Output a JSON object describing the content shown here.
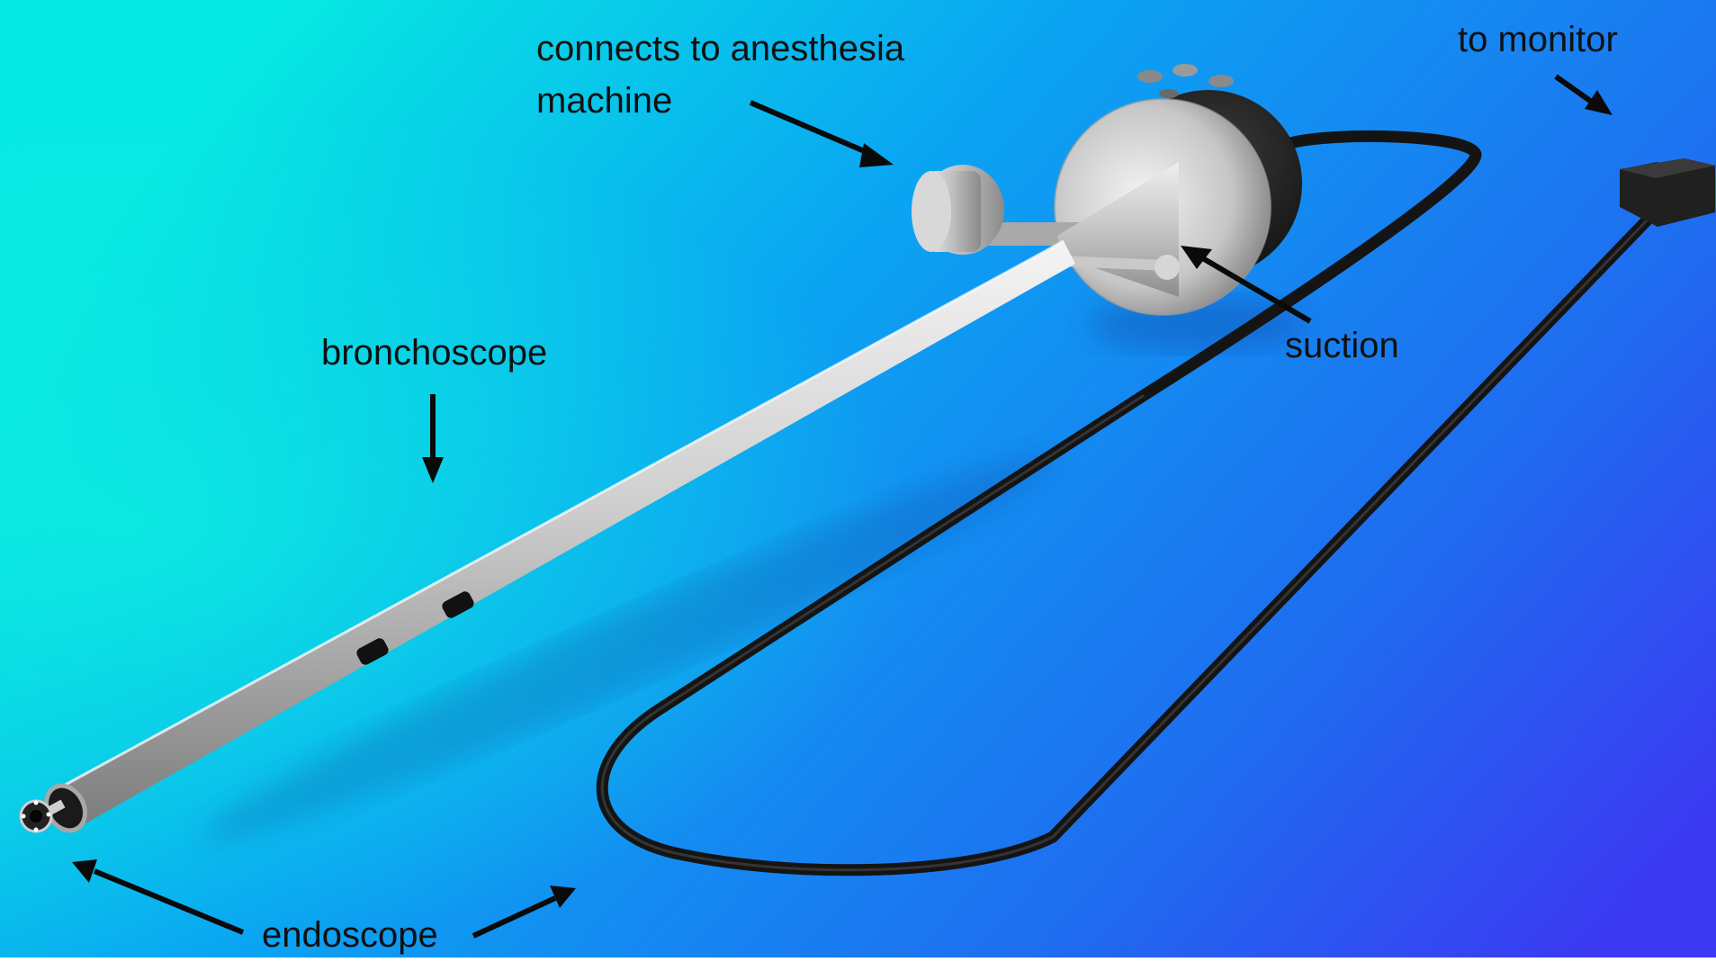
{
  "labels": {
    "anesthesia_line1": "connects to anesthesia",
    "anesthesia_line2": "machine",
    "monitor": "to monitor",
    "suction": "suction",
    "bronchoscope": "bronchoscope",
    "endoscope": "endoscope"
  },
  "colors": {
    "bg_left": "#06e6e6",
    "bg_top": "#0a9bf5",
    "bg_right": "#3a3cf2",
    "arrow": "#0a0a0a",
    "steel_light": "#f2f2f2",
    "steel_mid": "#b9b9b9",
    "steel_dark": "#7a7a7a",
    "cable": "#151515",
    "knob": "#1c1c1c"
  }
}
